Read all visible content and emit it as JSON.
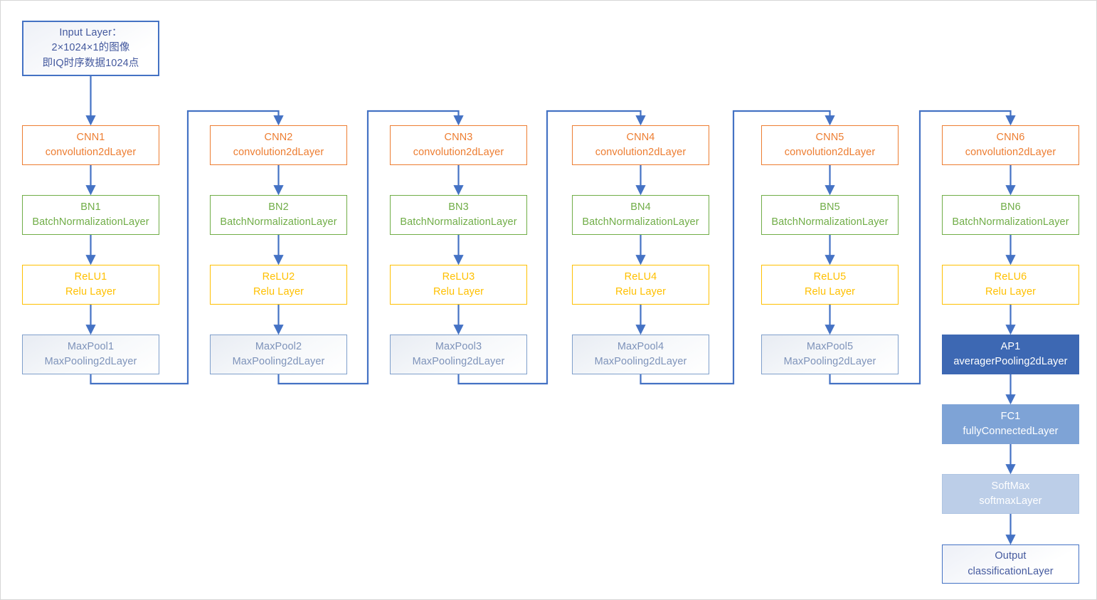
{
  "input": {
    "line1": "Input Layer：",
    "line2": "2×1024×1的图像",
    "line3": "即IQ时序数据1024点"
  },
  "columns": [
    {
      "cnn": {
        "title": "CNN1",
        "subtitle": "convolution2dLayer"
      },
      "bn": {
        "title": "BN1",
        "subtitle": "BatchNormalizationLayer"
      },
      "relu": {
        "title": "ReLU1",
        "subtitle": "Relu Layer"
      },
      "pool": {
        "title": "MaxPool1",
        "subtitle": "MaxPooling2dLayer"
      }
    },
    {
      "cnn": {
        "title": "CNN2",
        "subtitle": "convolution2dLayer"
      },
      "bn": {
        "title": "BN2",
        "subtitle": "BatchNormalizationLayer"
      },
      "relu": {
        "title": "ReLU2",
        "subtitle": "Relu Layer"
      },
      "pool": {
        "title": "MaxPool2",
        "subtitle": "MaxPooling2dLayer"
      }
    },
    {
      "cnn": {
        "title": "CNN3",
        "subtitle": "convolution2dLayer"
      },
      "bn": {
        "title": "BN3",
        "subtitle": "BatchNormalizationLayer"
      },
      "relu": {
        "title": "ReLU3",
        "subtitle": "Relu Layer"
      },
      "pool": {
        "title": "MaxPool3",
        "subtitle": "MaxPooling2dLayer"
      }
    },
    {
      "cnn": {
        "title": "CNN4",
        "subtitle": "convolution2dLayer"
      },
      "bn": {
        "title": "BN4",
        "subtitle": "BatchNormalizationLayer"
      },
      "relu": {
        "title": "ReLU4",
        "subtitle": "Relu Layer"
      },
      "pool": {
        "title": "MaxPool4",
        "subtitle": "MaxPooling2dLayer"
      }
    },
    {
      "cnn": {
        "title": "CNN5",
        "subtitle": "convolution2dLayer"
      },
      "bn": {
        "title": "BN5",
        "subtitle": "BatchNormalizationLayer"
      },
      "relu": {
        "title": "ReLU5",
        "subtitle": "Relu Layer"
      },
      "pool": {
        "title": "MaxPool5",
        "subtitle": "MaxPooling2dLayer"
      }
    },
    {
      "cnn": {
        "title": "CNN6",
        "subtitle": "convolution2dLayer"
      },
      "bn": {
        "title": "BN6",
        "subtitle": "BatchNormalizationLayer"
      },
      "relu": {
        "title": "ReLU6",
        "subtitle": "Relu Layer"
      },
      "pool": {
        "title": "AP1",
        "subtitle": "averagerPooling2dLayer"
      }
    }
  ],
  "tail": {
    "fc": {
      "title": "FC1",
      "subtitle": "fullyConnectedLayer"
    },
    "softmax": {
      "title": "SoftMax",
      "subtitle": "softmaxLayer"
    },
    "output": {
      "title": "Output",
      "subtitle": "classificationLayer"
    }
  },
  "colors": {
    "arrow_blue": "#4472C4",
    "cnn_orange": "#ED7D31",
    "bn_green": "#70AD47",
    "relu_yellow": "#FFC000",
    "pool_text": "#7E93BA",
    "ap_fill": "#3D68B3",
    "fc_fill": "#7EA3D6",
    "softmax_fill": "#BCCEE8",
    "input_text": "#44599E"
  }
}
